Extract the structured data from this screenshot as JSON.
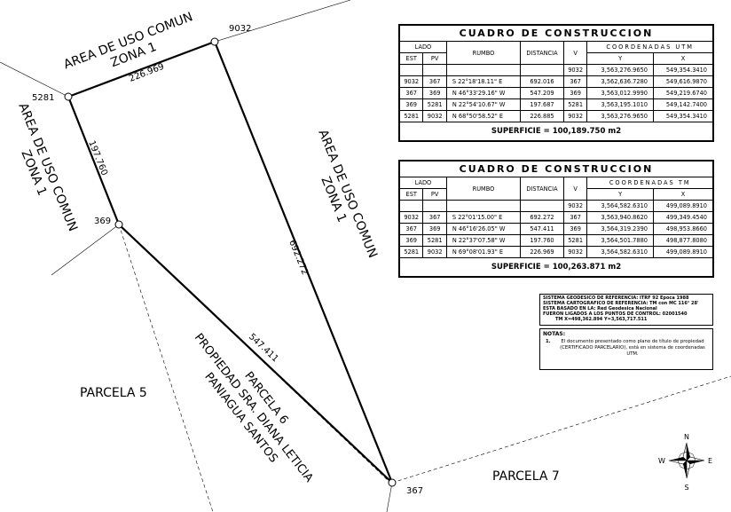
{
  "plan": {
    "area_uso_comun_top": [
      "AREA DE USO COMUN",
      "ZONA 1"
    ],
    "area_uso_comun_left": [
      "AREA DE USO COMUN",
      "ZONA 1"
    ],
    "area_uso_comun_right": [
      "AREA DE USO COMUN",
      "ZONA 1"
    ],
    "parcela_5": "PARCELA 5",
    "parcela_6": [
      "PARCELA 6",
      "PROPIEDAD SRA. DIANA LETICIA",
      "PANIAGUA SANTOS"
    ],
    "parcela_7": "PARCELA 7",
    "points": {
      "p9032": "9032",
      "p5281": "5281",
      "p369": "369",
      "p367": "367"
    },
    "distances": {
      "d1": "226.969",
      "d2": "197.760",
      "d3": "547.411",
      "d4": "692.272"
    }
  },
  "north_arrow": {
    "n": "N",
    "s": "S",
    "e": "E",
    "w": "W"
  },
  "table1": {
    "title": "CUADRO DE CONSTRUCCION",
    "h_lado": "LADO",
    "h_est": "EST",
    "h_pv": "PV",
    "h_rumbo": "RUMBO",
    "h_distancia": "DISTANCIA",
    "h_v": "V",
    "h_coordenadas": "COORDENADAS UTM",
    "h_y": "Y",
    "h_x": "X",
    "first_row": {
      "v": "9032",
      "y": "3,563,276.9650",
      "x": "549,354.3410"
    },
    "rows": [
      {
        "est": "9032",
        "pv": "367",
        "rumbo": "S  22°18'18.11\"  E",
        "dist": "692.016",
        "v": "367",
        "y": "3,562,636.7280",
        "x": "549,616.9870"
      },
      {
        "est": "367",
        "pv": "369",
        "rumbo": "N  46°33'29.16\"  W",
        "dist": "547.209",
        "v": "369",
        "y": "3,563,012.9990",
        "x": "549,219.6740"
      },
      {
        "est": "369",
        "pv": "5281",
        "rumbo": "N  22°54'10.67\"  W",
        "dist": "197.687",
        "v": "5281",
        "y": "3,563,195.1010",
        "x": "549,142.7400"
      },
      {
        "est": "5281",
        "pv": "9032",
        "rumbo": "N  68°50'58.52\"  E",
        "dist": "226.885",
        "v": "9032",
        "y": "3,563,276.9650",
        "x": "549,354.3410"
      }
    ],
    "superficie": "SUPERFICIE = 100,189.750  m2"
  },
  "table2": {
    "title": "CUADRO DE CONSTRUCCION",
    "h_lado": "LADO",
    "h_est": "EST",
    "h_pv": "PV",
    "h_rumbo": "RUMBO",
    "h_distancia": "DISTANCIA",
    "h_v": "V",
    "h_coordenadas": "COORDENADAS TM",
    "h_y": "Y",
    "h_x": "X",
    "first_row": {
      "v": "9032",
      "y": "3,564,582.6310",
      "x": "499,089.8910"
    },
    "rows": [
      {
        "est": "9032",
        "pv": "367",
        "rumbo": "S  22°01'15.00\"  E",
        "dist": "692.272",
        "v": "367",
        "y": "3,563,940.8620",
        "x": "499,349.4540"
      },
      {
        "est": "367",
        "pv": "369",
        "rumbo": "N  46°16'26.05\"  W",
        "dist": "547.411",
        "v": "369",
        "y": "3,564,319.2390",
        "x": "498,953.8660"
      },
      {
        "est": "369",
        "pv": "5281",
        "rumbo": "N  22°37'07.58\"  W",
        "dist": "197.760",
        "v": "5281",
        "y": "3,564,501.7880",
        "x": "498,877.8080"
      },
      {
        "est": "5281",
        "pv": "9032",
        "rumbo": "N  69°08'01.93\"  E",
        "dist": "226.969",
        "v": "9032",
        "y": "3,564,582.6310",
        "x": "499,089.8910"
      }
    ],
    "superficie": "SUPERFICIE = 100,263.871  m2"
  },
  "info": {
    "l1": "SISTEMA GEODESICO DE REFERENCIA:   ITRF 92 Epoca 1988",
    "l2": "SISTEMA CARTOGRAFICO DE REFERENCIA: TM con MC 116° 28'",
    "l3": "ESTA BASADO EN LA: Red Geodesica Nacional",
    "l4": "FUERON LIGADOS A LOS PUNTOS DE CONTROL: 02001540",
    "l5": "TM  X=498,362.894     Y=3,563,717.511"
  },
  "notes": {
    "title": "NOTAS:",
    "n1_num": "1.",
    "n1": "El documento presentado como plano de título de propiedad (CERTIFICADO PARCELARIO), está en sistema de coordenadas UTM."
  }
}
